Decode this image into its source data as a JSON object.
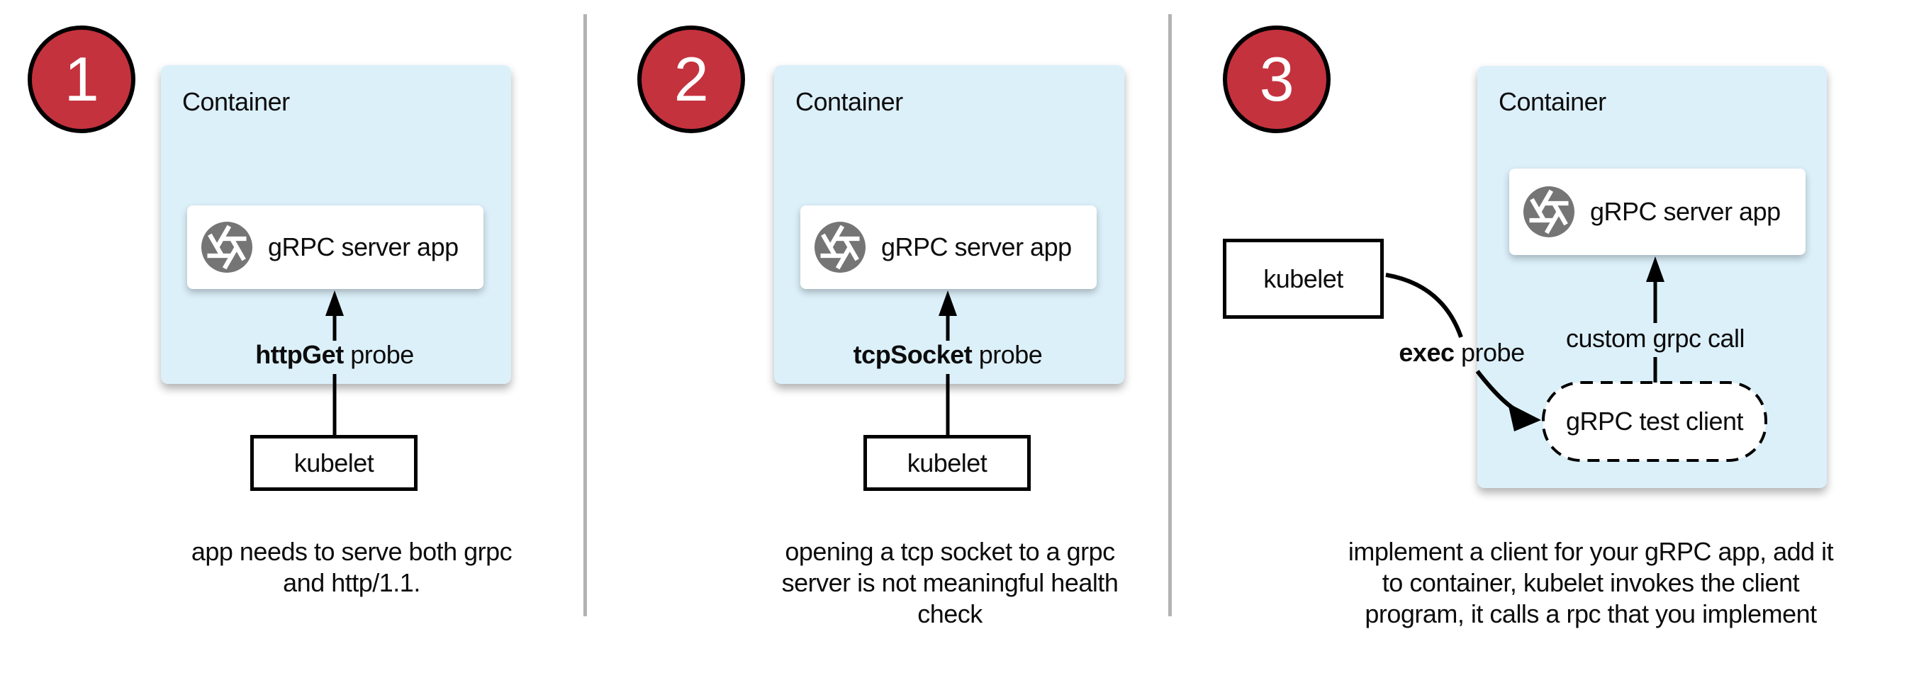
{
  "colors": {
    "container_fill": "#dcf0fa",
    "badge_fill": "#c4323e",
    "badge_border": "#000000",
    "icon_gray": "#757575",
    "divider": "#b3b3b3",
    "arrow": "#000000"
  },
  "panels": [
    {
      "number": "1",
      "container_label": "Container",
      "app_label": "gRPC server app",
      "probe_label_bold": "httpGet",
      "probe_label_rest": " probe",
      "kubelet_label": "kubelet",
      "caption_lines": [
        "app needs to serve both grpc",
        "and http/1.1."
      ]
    },
    {
      "number": "2",
      "container_label": "Container",
      "app_label": "gRPC server app",
      "probe_label_bold": "tcpSocket",
      "probe_label_rest": " probe",
      "kubelet_label": "kubelet",
      "caption_lines": [
        "opening a tcp socket to a grpc",
        "server is not meaningful health",
        "check"
      ]
    },
    {
      "number": "3",
      "container_label": "Container",
      "app_label": "gRPC server app",
      "probe_label_bold": "exec",
      "probe_label_rest": " probe",
      "kubelet_label": "kubelet",
      "call_label": "custom grpc call",
      "client_label": "gRPC test client",
      "caption_lines": [
        "implement a client for your gRPC app, add it",
        "to container, kubelet invokes the client",
        "program, it calls a rpc that you implement"
      ]
    }
  ]
}
